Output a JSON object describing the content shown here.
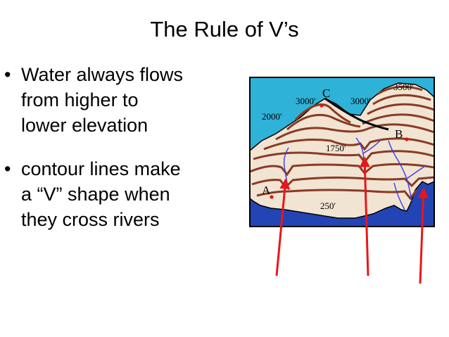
{
  "slide": {
    "title": "The Rule of V’s",
    "bullets": [
      {
        "marker": "•",
        "lines": [
          "Water always flows",
          "from higher to",
          "lower elevation"
        ]
      },
      {
        "marker": "•",
        "lines": [
          "contour lines make",
          "a “V” shape when",
          "they cross rivers"
        ]
      }
    ]
  },
  "map": {
    "labels": {
      "c3000": "3000'",
      "c3500": "3500'",
      "c3000b": "3000'",
      "c2000": "2000'",
      "c1750": "1750'",
      "c250": "250'"
    },
    "points": {
      "a": "A",
      "b": "B",
      "c": "C"
    }
  },
  "colors": {
    "sky": "#2fb2d8",
    "sea": "#2244b5",
    "land": "#f1e4d2",
    "contour": "#8a3a24",
    "river": "#3a3ae8",
    "arrow": "#e8161b",
    "point": "#e0121b"
  }
}
